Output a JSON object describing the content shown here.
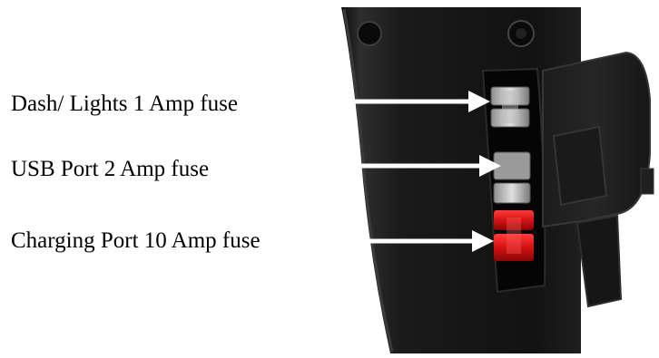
{
  "labels": {
    "dash": "Dash/ Lights 1 Amp fuse",
    "usb": "USB Port 2 Amp fuse",
    "charging": "Charging Port 10 Amp fuse"
  },
  "colors": {
    "housing": "#151515",
    "arrow": "#ffffff",
    "fuse_clear": "#c8c8c8",
    "fuse_red": "#d81818",
    "background": "#ffffff"
  },
  "icons": {
    "arrow": "arrow-right-icon"
  }
}
